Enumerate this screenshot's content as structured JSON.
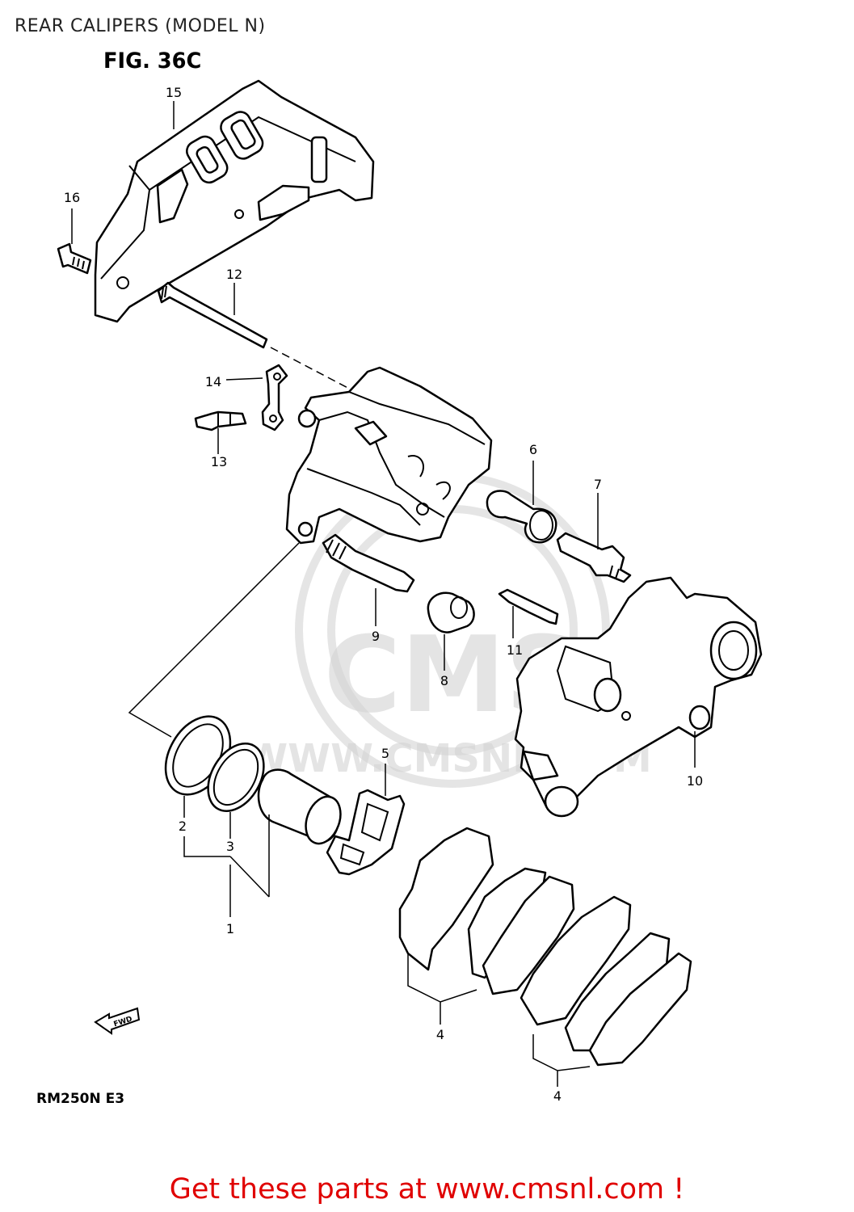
{
  "header": {
    "title": "REAR CALIPERS (MODEL N)"
  },
  "figure": {
    "label": "FIG. 36C",
    "model_code": "RM250N  E3",
    "fwd_label": "FWD"
  },
  "watermark": {
    "brand": "CMS",
    "url": "WWW.CMSNL.COM"
  },
  "callouts": [
    "1",
    "2",
    "3",
    "4",
    "4",
    "5",
    "6",
    "7",
    "8",
    "9",
    "10",
    "11",
    "12",
    "13",
    "14",
    "15",
    "16"
  ],
  "footer": {
    "cta": "Get these parts at www.cmsnl.com !"
  },
  "colors": {
    "cta": "#e00000",
    "ink": "#000000",
    "watermark": "#cfcfcf"
  }
}
